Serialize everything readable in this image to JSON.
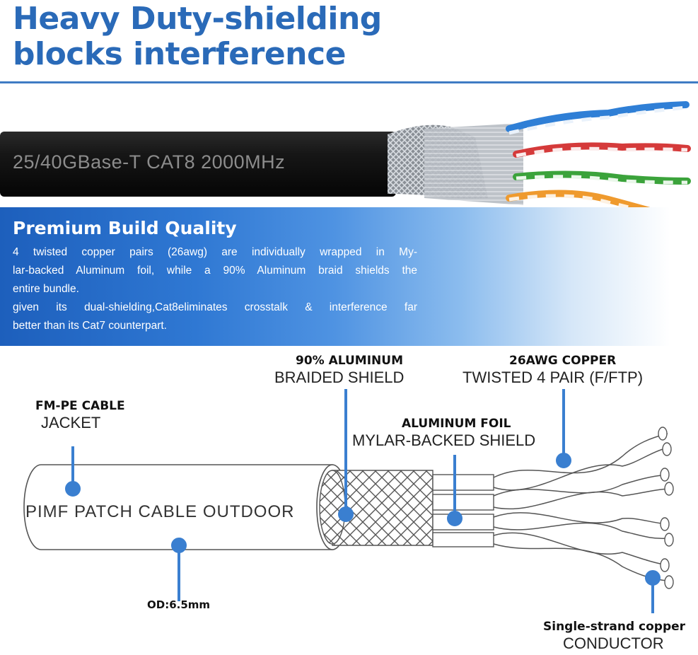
{
  "headline": {
    "line1": "Heavy Duty-shielding",
    "line2": "blocks  interference"
  },
  "cable_print": "25/40GBase-T  CAT8  2000MHz",
  "quality": {
    "heading": "Premium Build Quality",
    "lines": [
      "4 twisted copper pairs (26awg) are individually wrapped in My-",
      "lar-backed Aluminum foil, while a 90% Aluminum braid shields the",
      "entire bundle.",
      "given its dual-shielding,Cat8eliminates crosstalk & interference far",
      "better than its Cat7 counterpart."
    ]
  },
  "labels": {
    "braid": {
      "bold": "90% ALUMINUM",
      "regular": "BRAIDED SHIELD"
    },
    "copper": {
      "bold": "26AWG COPPER",
      "regular": "TWISTED 4 PAIR (F/FTP)"
    },
    "jacket": {
      "bold": "FM-PE CABLE",
      "regular": "JACKET"
    },
    "foil": {
      "bold": "ALUMINUM FOIL",
      "regular": "MYLAR-BACKED SHIELD"
    },
    "od": {
      "bold": "OD:6.5mm"
    },
    "conductor": {
      "bold": "Single-strand copper",
      "regular": "CONDUCTOR"
    }
  },
  "jacket_print": "PIMF  PATCH  CABLE  OUTDOOR",
  "colors": {
    "headline": "#2a6ab8",
    "callout": "#3a7fd0",
    "panel_blue": "#1d5fbc",
    "wire_blue": "#2f7fd6",
    "wire_red": "#d53a3a",
    "wire_green": "#3ba33b",
    "wire_orange": "#ef9a2e"
  }
}
